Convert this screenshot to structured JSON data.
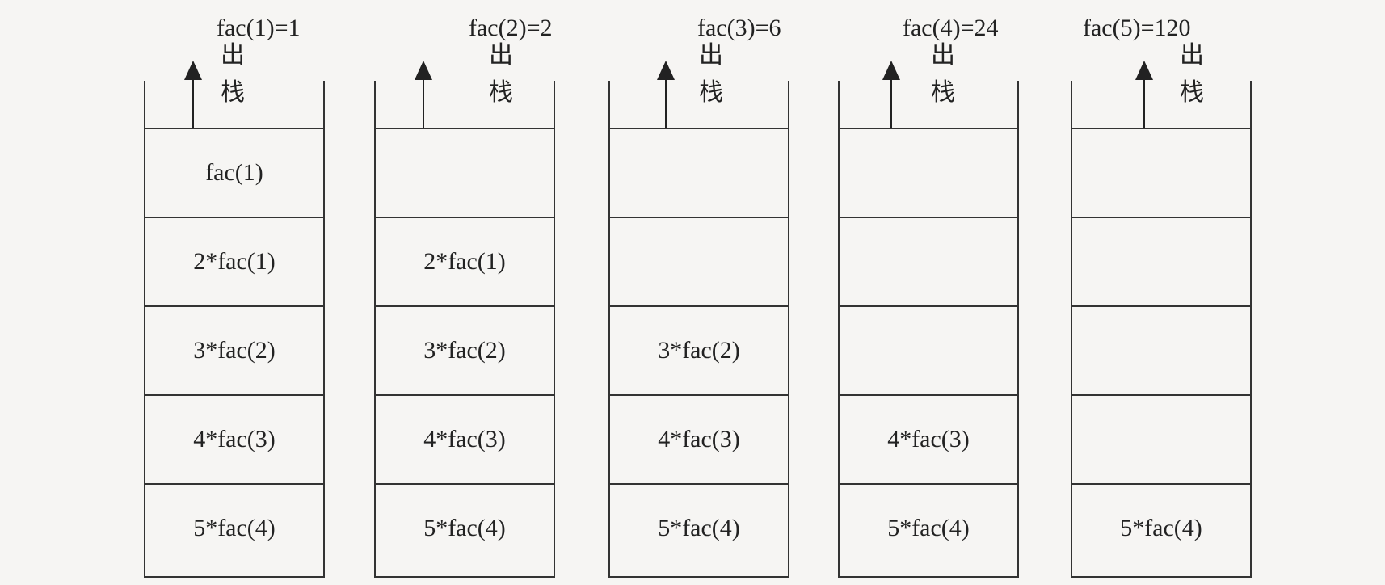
{
  "pop_label": [
    "出",
    "栈"
  ],
  "stacks": [
    {
      "result": "fac(1)=1",
      "cells": [
        "fac(1)",
        "2*fac(1)",
        "3*fac(2)",
        "4*fac(3)",
        "5*fac(4)"
      ]
    },
    {
      "result": "fac(2)=2",
      "cells": [
        "",
        "2*fac(1)",
        "3*fac(2)",
        "4*fac(3)",
        "5*fac(4)"
      ]
    },
    {
      "result": "fac(3)=6",
      "cells": [
        "",
        "",
        "3*fac(2)",
        "4*fac(3)",
        "5*fac(4)"
      ]
    },
    {
      "result": "fac(4)=24",
      "cells": [
        "",
        "",
        "",
        "4*fac(3)",
        "5*fac(4)"
      ]
    },
    {
      "result": "fac(5)=120",
      "cells": [
        "",
        "",
        "",
        "",
        "5*fac(4)"
      ]
    }
  ]
}
